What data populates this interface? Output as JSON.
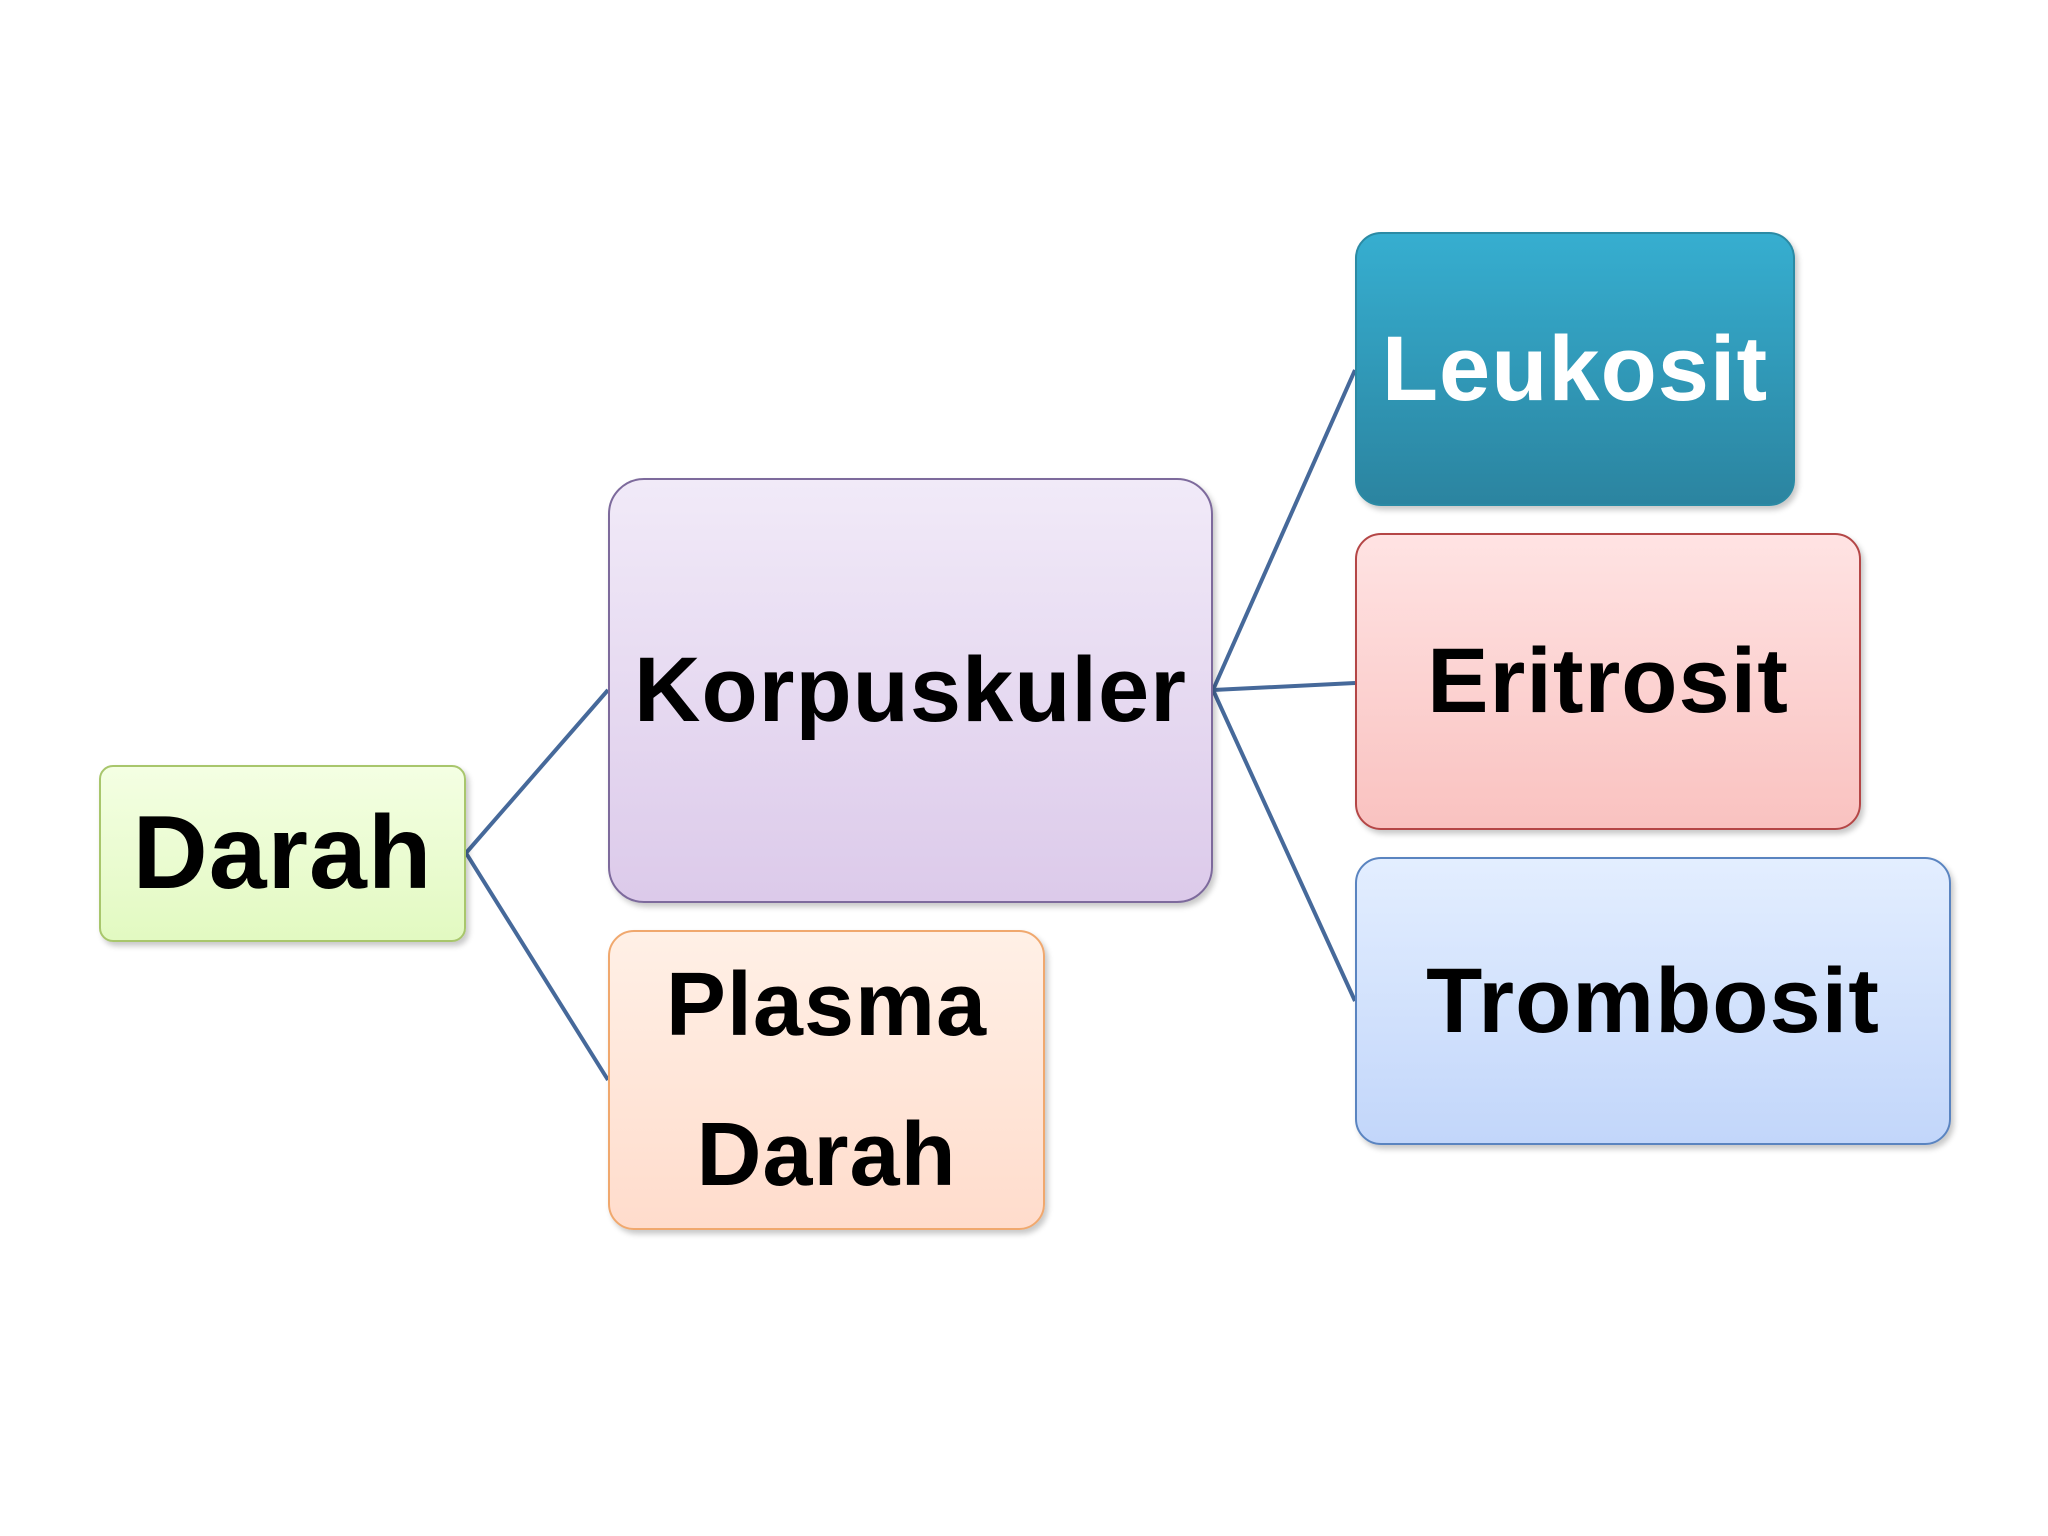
{
  "diagram": {
    "nodes": {
      "darah": "Darah",
      "korpuskuler": "Korpuskuler",
      "plasma": "Plasma\nDarah",
      "leukosit": "Leukosit",
      "eritrosit": "Eritrosit",
      "trombosit": "Trombosit"
    },
    "edges": [
      {
        "from": "darah",
        "to": "korpuskuler"
      },
      {
        "from": "darah",
        "to": "plasma"
      },
      {
        "from": "korpuskuler",
        "to": "leukosit"
      },
      {
        "from": "korpuskuler",
        "to": "eritrosit"
      },
      {
        "from": "korpuskuler",
        "to": "trombosit"
      }
    ],
    "colors": {
      "connector": "#46699a",
      "darah": "#e2f9c1",
      "korpuskuler": "#dccaea",
      "plasma": "#ffdccc",
      "leukosit": "#2b84a0",
      "eritrosit": "#f9c2c0",
      "trombosit": "#c2d6fa"
    }
  }
}
